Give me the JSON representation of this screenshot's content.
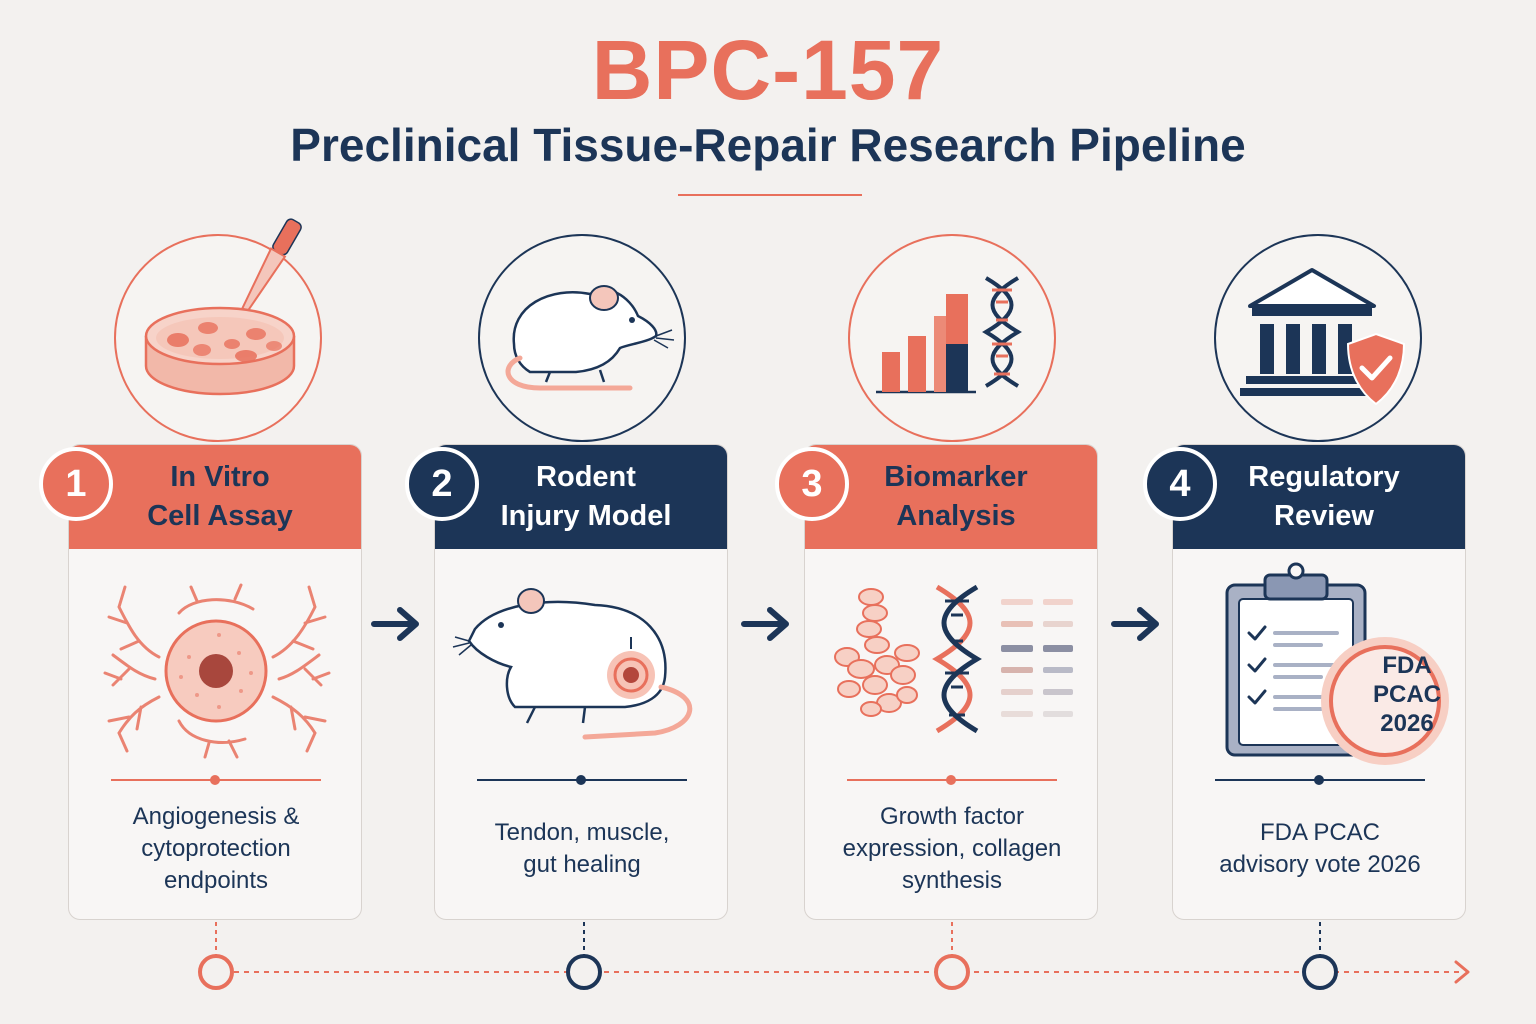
{
  "header": {
    "title": "BPC-157",
    "subtitle": "Preclinical Tissue-Repair Research Pipeline"
  },
  "colors": {
    "coral": "#e8705c",
    "navy": "#1c3557",
    "background": "#f3f1ef"
  },
  "steps": [
    {
      "number": "1",
      "title": "In Vitro\nCell Assay",
      "description": "Angiogenesis &\ncytoprotection\nendpoints",
      "accent": "coral",
      "top_icon": "petri-dish-pipette-icon",
      "card_icon": "endothelial-cell-icon"
    },
    {
      "number": "2",
      "title": "Rodent\nInjury Model",
      "description": "Tendon, muscle,\ngut healing",
      "accent": "navy",
      "top_icon": "rat-icon",
      "card_icon": "rat-injury-icon"
    },
    {
      "number": "3",
      "title": "Biomarker\nAnalysis",
      "description": "Growth factor\nexpression, collagen\nsynthesis",
      "accent": "coral",
      "top_icon": "bar-chart-dna-icon",
      "card_icon": "protein-dna-gel-icon"
    },
    {
      "number": "4",
      "title": "Regulatory\nReview",
      "description": "FDA PCAC\nadvisory vote 2026",
      "accent": "navy",
      "top_icon": "government-building-shield-icon",
      "card_icon": "clipboard-checklist-icon",
      "stamp": {
        "line1": "FDA",
        "line2": "PCAC",
        "line3": "2026"
      }
    }
  ]
}
